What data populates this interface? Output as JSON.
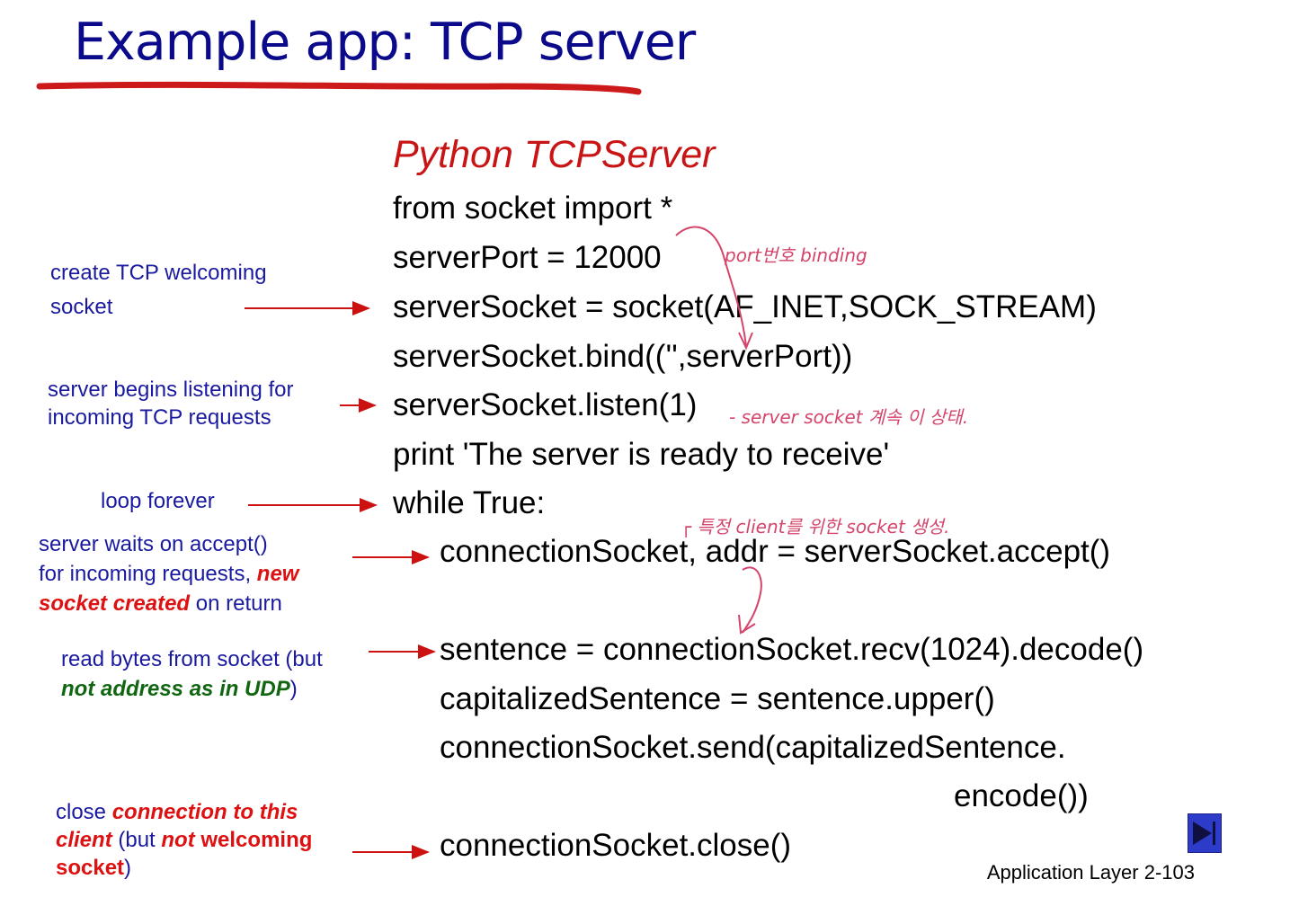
{
  "slide": {
    "title": "Example app: TCP server",
    "subtitle": "Python TCPServer",
    "footer": "Application Layer 2-103"
  },
  "code": [
    " from socket import *",
    "serverPort = 12000",
    "serverSocket = socket(AF_INET,SOCK_STREAM)",
    "serverSocket.bind(('',serverPort))",
    "serverSocket.listen(1)",
    "print 'The server is ready to receive'",
    "while True:",
    "connectionSocket, addr = serverSocket.accept()",
    "sentence = connectionSocket.recv(1024).decode()",
    "capitalizedSentence = sentence.upper()",
    "connectionSocket.send(capitalizedSentence.",
    "encode())",
    "connectionSocket.close()"
  ],
  "annotations": {
    "create": {
      "line1": "create TCP welcoming",
      "line2": "socket"
    },
    "listen": {
      "line1": "server begins listening for",
      "line2": "incoming TCP requests"
    },
    "loop": {
      "text": "loop forever"
    },
    "accept": {
      "line1": "server waits on accept()",
      "line2_a": "for incoming requests, ",
      "line2_b": "new",
      "line3_a": "socket created",
      "line3_b": " on return"
    },
    "read": {
      "line1": "read bytes from socket (but",
      "line2_a": "not address as in UDP",
      "line2_b": ")"
    },
    "close": {
      "line1_a": "close ",
      "line1_b": "connection to this",
      "line2_a": "client",
      "line2_b": " (but ",
      "line2_c": "not",
      "line2_d": " welcoming",
      "line3_a": "socket",
      "line3_b": ")"
    }
  },
  "handwritten": {
    "port_note": "port번호 binding",
    "listen_note": "- server socket 계속 이 상태.",
    "accept_note": "┌ 특정 client를 위한 socket 생성."
  },
  "colors": {
    "title": "#0a0a8a",
    "subtitle": "#c81414",
    "annotation": "#1a1aa0",
    "emphasis_red": "#dd1111",
    "emphasis_green": "#116611",
    "arrow": "#cc1111",
    "handwriting": "#d4456b",
    "underline": "#cc1a1a"
  },
  "icons": {
    "nav": "next-slide-icon"
  }
}
